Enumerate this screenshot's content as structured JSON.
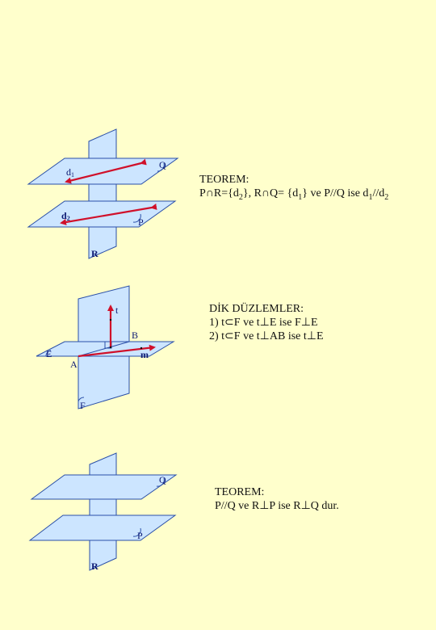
{
  "figure1": {
    "plane_q": "Q",
    "plane_p": "P",
    "plane_r": "R",
    "line_d1": "d",
    "line_d1_sub": "1",
    "line_d2": "d",
    "line_d2_sub": "2",
    "theorem_title": "TEOREM:",
    "theorem_line_prefix": "P∩R={d",
    "theorem_line_sub1": "2",
    "theorem_line_mid": "}, R∩Q= {d",
    "theorem_line_sub2": "1",
    "theorem_line_mid2": "} ve P//Q ise d",
    "theorem_line_sub3": "1",
    "theorem_line_mid3": "//d",
    "theorem_line_sub4": "2"
  },
  "figure2": {
    "label_t": "t",
    "label_b": "B",
    "label_e": "E",
    "label_a": "A",
    "label_m": "m",
    "label_f": "F",
    "title": "DİK DÜZLEMLER:",
    "rule1": "1) t⊂F ve t⊥E ise F⊥E",
    "rule2": "2) t⊂F ve t⊥AB ise t⊥E"
  },
  "figure3": {
    "plane_q": "Q",
    "plane_p": "P",
    "plane_r": "R",
    "theorem_title": "TEOREM:",
    "theorem_line": "P//Q ve R⊥P ise R⊥Q dur."
  },
  "colors": {
    "background": "#ffffcc",
    "plane_fill": "#cce5ff",
    "plane_stroke": "#2a4fa8",
    "arrow": "#d0102a",
    "label": "#0d1a73"
  }
}
